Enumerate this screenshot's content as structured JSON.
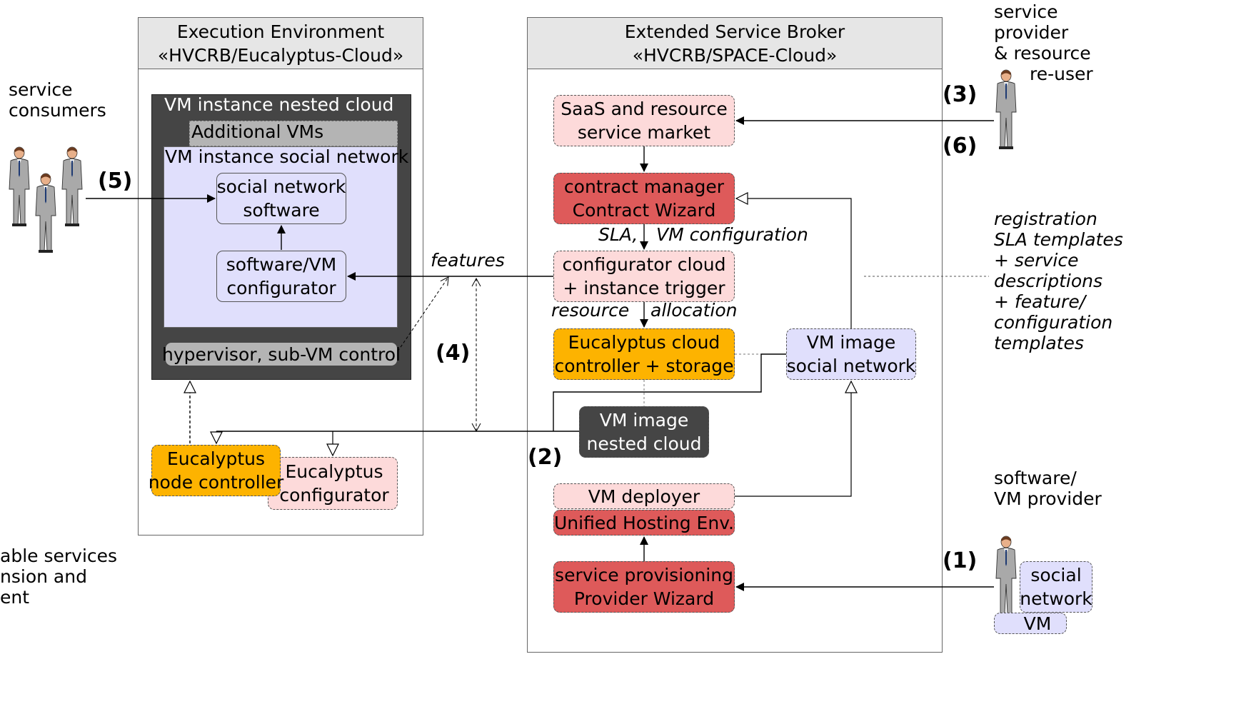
{
  "left_env": {
    "title": "Execution Environment",
    "subtitle": "«HVCRB/Eucalyptus-Cloud»"
  },
  "right_env": {
    "title": "Extended Service Broker",
    "subtitle": "«HVCRB/SPACE-Cloud»"
  },
  "nested_cloud": {
    "title": "VM instance nested cloud",
    "additional_vms": "Additional VMs",
    "social_network_title": "VM instance social network",
    "social_software": [
      "social network",
      "software"
    ],
    "configurator": [
      "software/VM",
      "configurator"
    ],
    "hypervisor": "hypervisor, sub-VM control"
  },
  "left_bottom": {
    "node_controller": [
      "Eucalyptus",
      "node controller"
    ],
    "configurator": [
      "Eucalyptus",
      "configurator"
    ]
  },
  "broker": {
    "saas_market": [
      "SaaS and resource",
      "service market"
    ],
    "contract_manager": [
      "contract manager",
      "Contract Wizard"
    ],
    "configurator_cloud": [
      "configurator cloud",
      "+ instance trigger"
    ],
    "eucalyptus_controller": [
      "Eucalyptus cloud",
      "controller + storage"
    ],
    "vm_image_social": [
      "VM image",
      "social network"
    ],
    "vm_image_nested": [
      "VM image",
      "nested cloud"
    ],
    "vm_deployer": "VM deployer",
    "unified_hosting": "Unified Hosting Env.",
    "service_provisioning": [
      "service provisioning",
      "Provider Wizard"
    ]
  },
  "edge_labels": {
    "sla": "SLA,",
    "vm_configuration": "VM configuration",
    "resource": "resource",
    "allocation": "allocation",
    "features": "features"
  },
  "steps": {
    "s1": "(1)",
    "s2": "(2)",
    "s3": "(3)",
    "s4": "(4)",
    "s5": "(5)",
    "s6": "(6)"
  },
  "actors": {
    "consumers": [
      "service",
      "consumers"
    ],
    "provider_reuser": [
      "service",
      "provider",
      "& resource",
      "re-user"
    ],
    "software_provider": [
      "software/",
      "VM provider"
    ]
  },
  "vm_bundle": {
    "social": [
      "social",
      "network"
    ],
    "vm": "VM"
  },
  "registration": [
    "registration",
    "SLA templates",
    "+ service",
    "descriptions",
    "+ feature/",
    "configuration",
    "templates"
  ],
  "bottom_left_note": [
    "able services",
    "nsion and",
    "ent"
  ],
  "colors": {
    "pink": "#fddada",
    "red": "#de5a5a",
    "orange": "#fdb300",
    "lavender": "#e0dffc",
    "dark": "#454545",
    "header_gray": "#e6e6e6"
  }
}
